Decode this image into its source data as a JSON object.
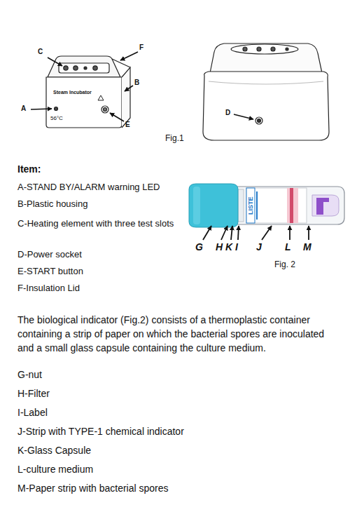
{
  "diagram": {
    "labels": [
      "C",
      "F",
      "B",
      "A",
      "E",
      "Steam Incubator",
      "56°C",
      "D",
      "Fig.1",
      "Item:",
      "A-STAND BY/ALARM warning LED",
      "B-Plastic housing",
      "C-Heating element with three test slots",
      "D-Power socket",
      "E-START button",
      "F-Insulation Lid",
      "LISTE",
      "G",
      "H",
      "K",
      "I",
      "J",
      "L",
      "M",
      "Fig. 2",
      "The biological indicator (Fig.2) consists of a thermoplastic container containing a strip of paper on which the bacterial spores are inoculated and a small glass capsule containing the culture medium.",
      "G-nut",
      "H-Filter",
      "I-Label",
      "J-Strip with TYPE-1 chemical indicator",
      "K-Glass Capsule",
      "L-culture medium",
      "M-Paper strip with bacterial spores"
    ]
  }
}
